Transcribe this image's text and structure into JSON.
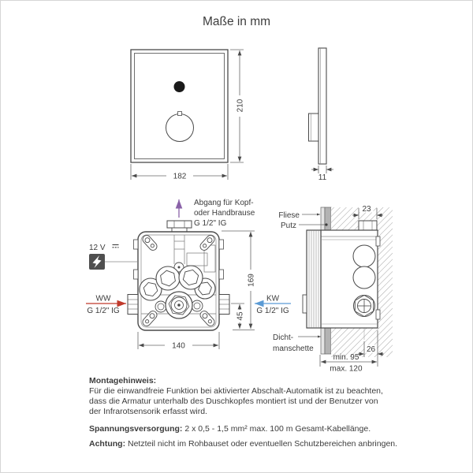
{
  "title": "Maße in mm",
  "front_view": {
    "width_label": "182",
    "height_label": "210"
  },
  "side_view": {
    "depth_label": "11"
  },
  "rough_box": {
    "outlet_label_lines": [
      "Abgang für Kopf-",
      "oder Handbrause",
      "G 1/2\" IG"
    ],
    "power_label": "12 V",
    "ww_label": "WW",
    "ww_thread": "G 1/2\" IG",
    "kw_label": "KW",
    "kw_thread": "G 1/2\" IG",
    "width_label": "140",
    "height_label": "169",
    "offset_label": "45"
  },
  "section_view": {
    "tile_label": "Fliese",
    "plaster_label": "Putz",
    "seal_label_lines": [
      "Dicht-",
      "manschette"
    ],
    "fitting_depth_label": "23",
    "back_offset_label": "26",
    "depth_min_label": "min. 95",
    "depth_max_label": "max. 120"
  },
  "notes": {
    "mounting_heading": "Montagehinweis:",
    "mounting_lines": [
      "Für die einwandfreie Funktion bei aktivierter Abschalt-Automatik ist zu beachten,",
      "dass die Armatur unterhalb des Duschkopfes montiert ist und der Benutzer von",
      "der Infrarotsensorik erfasst wird."
    ],
    "power_heading": "Spannungsversorgung:",
    "power_text": "2 x 0,5 - 1,5 mm²  max. 100 m Gesamt-Kabellänge.",
    "warning_heading": "Achtung:",
    "warning_text": "Netzteil nicht im Rohbauset oder eventuellen Schutzbereichen anbringen."
  },
  "colors": {
    "line": "#4a4a4a",
    "accent_purple": "#8a62a8",
    "accent_red": "#c0392b",
    "accent_blue": "#5b9bd5"
  }
}
